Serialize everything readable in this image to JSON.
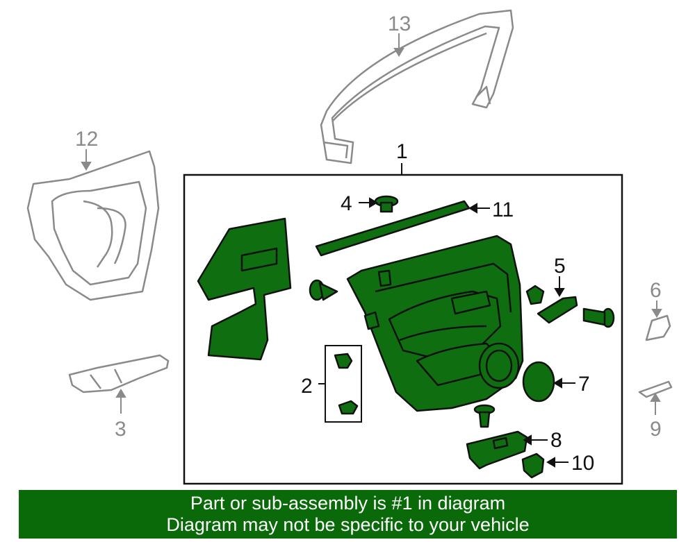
{
  "callouts": {
    "c1": "1",
    "c2": "2",
    "c3": "3",
    "c4": "4",
    "c5": "5",
    "c6": "6",
    "c7": "7",
    "c8": "8",
    "c9": "9",
    "c10": "10",
    "c11": "11",
    "c12": "12",
    "c13": "13"
  },
  "banner": {
    "line1": "Part or sub-assembly is #1 in diagram",
    "line2": "Diagram may not be specific to your vehicle"
  },
  "colors": {
    "highlight_green": "#0a6a0a",
    "part_fill_green": "#0f6e10",
    "outline_dark": "#111111",
    "outline_grey": "#8a8a8a"
  }
}
